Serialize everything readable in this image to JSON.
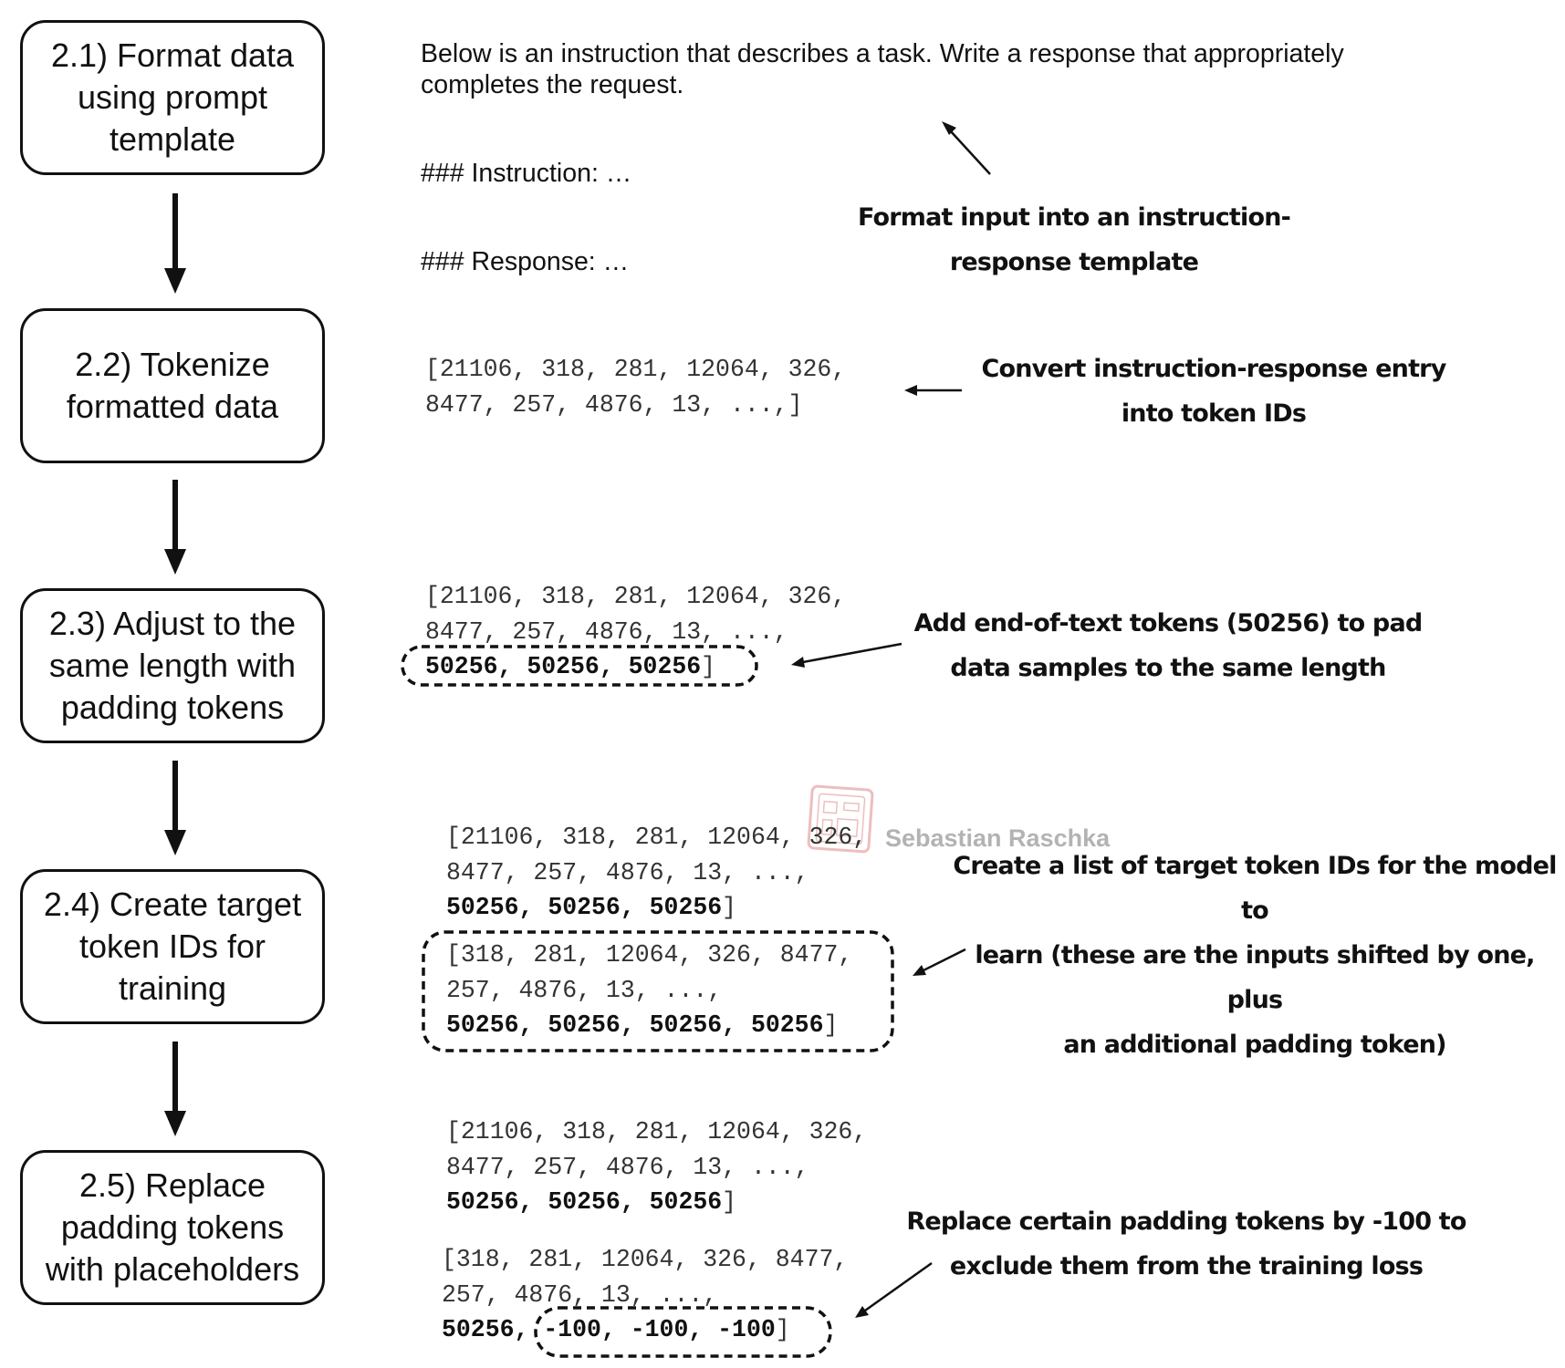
{
  "steps": [
    {
      "id": "2.1",
      "label": "2.1) Format data\nusing prompt\ntemplate"
    },
    {
      "id": "2.2",
      "label": "2.2) Tokenize\nformatted data"
    },
    {
      "id": "2.3",
      "label": "2.3) Adjust to the\nsame length with\npadding tokens"
    },
    {
      "id": "2.4",
      "label": "2.4) Create target\ntoken IDs for\ntraining"
    },
    {
      "id": "2.5",
      "label": "2.5) Replace\npadding tokens\nwith placeholders"
    }
  ],
  "template_example": {
    "intro_line1": "Below is an instruction that describes a task. Write a response that appropriately",
    "intro_line2": "completes the request.",
    "instruction": "### Instruction: …",
    "response": "### Response: …"
  },
  "tokens": {
    "step2": {
      "line1": "[21106, 318, 281, 12064, 326,",
      "line2": "8477, 257, 4876, 13, ...,]"
    },
    "step3": {
      "line1": "[21106, 318, 281, 12064, 326,",
      "line2": "8477, 257, 4876, 13, ...,",
      "pad": "50256, 50256, 50256",
      "close": "]"
    },
    "step4_inputs": {
      "line1": "[21106, 318, 281, 12064, 326,",
      "line2": "8477, 257, 4876, 13, ...,",
      "pad": "50256, 50256, 50256",
      "close": "]"
    },
    "step4_targets": {
      "line1": "[318, 281, 12064, 326, 8477,",
      "line2": "257, 4876, 13, ...,",
      "pad": "50256, 50256, 50256, 50256",
      "close": "]"
    },
    "step5_inputs": {
      "line1": "[21106, 318, 281, 12064, 326,",
      "line2": "8477, 257, 4876, 13, ...,",
      "pad": "50256, 50256, 50256",
      "close": "]"
    },
    "step5_targets": {
      "line1": "[318, 281, 12064, 326, 8477,",
      "line2": "257, 4876, 13, ...,",
      "keep": "50256,",
      "masked": "-100, -100, -100",
      "close": "]"
    }
  },
  "annotations": {
    "a1": "Format input into an instruction-\nresponse template",
    "a2": "Convert instruction-response entry\ninto token IDs",
    "a3": "Add end-of-text tokens (50256) to pad\ndata samples to the same length",
    "a4": "Create a list of target token IDs for the model to\nlearn (these are the inputs shifted by one, plus\nan additional padding token)",
    "a5": "Replace certain padding tokens by -100 to\nexclude them from the training loss"
  },
  "watermark": {
    "text": "Sebastian Raschka",
    "seal_color": "#e8a3a3"
  }
}
